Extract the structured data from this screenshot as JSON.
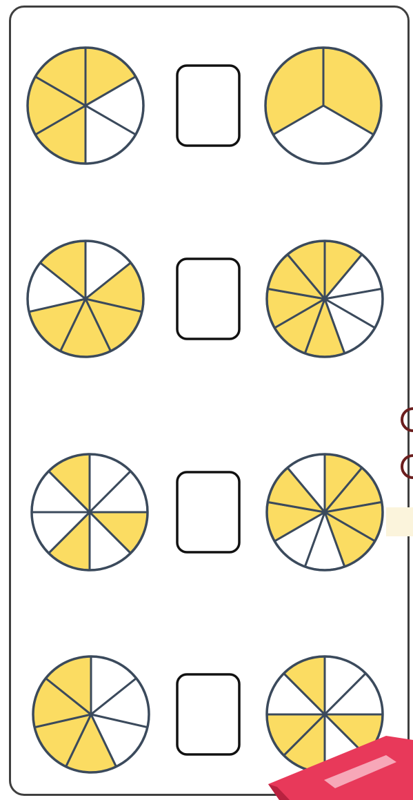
{
  "colors": {
    "fill": "#fbdc62",
    "empty": "#ffffff",
    "stroke": "#3b4a5c",
    "box": "#111111",
    "border": "#3f3f3f",
    "book_red": "#e8395a",
    "book_pink": "#f7a7b8"
  },
  "rows": [
    {
      "left": {
        "parts": 6,
        "start_deg": 0,
        "shaded": [
          0,
          3,
          4,
          5
        ]
      },
      "right": {
        "parts": 3,
        "start_deg": 0,
        "shaded": [
          0,
          2
        ]
      }
    },
    {
      "left": {
        "parts": 7,
        "start_deg": 0,
        "shaded": [
          1,
          2,
          3,
          4,
          6
        ]
      },
      "right": {
        "parts": 9,
        "start_deg": 0,
        "shaded": [
          0,
          4,
          5,
          6,
          7,
          8
        ]
      }
    },
    {
      "left": {
        "parts": 8,
        "start_deg": 0,
        "shaded": [
          2,
          4,
          7
        ]
      },
      "right": {
        "parts": 9,
        "start_deg": 0,
        "shaded": [
          0,
          1,
          2,
          3,
          6,
          7
        ]
      }
    },
    {
      "left": {
        "parts": 7,
        "start_deg": 0,
        "shaded": [
          3,
          4,
          5,
          6
        ]
      },
      "right": {
        "parts": 8,
        "start_deg": 0,
        "shaded": [
          2,
          4,
          5,
          7
        ]
      }
    }
  ]
}
